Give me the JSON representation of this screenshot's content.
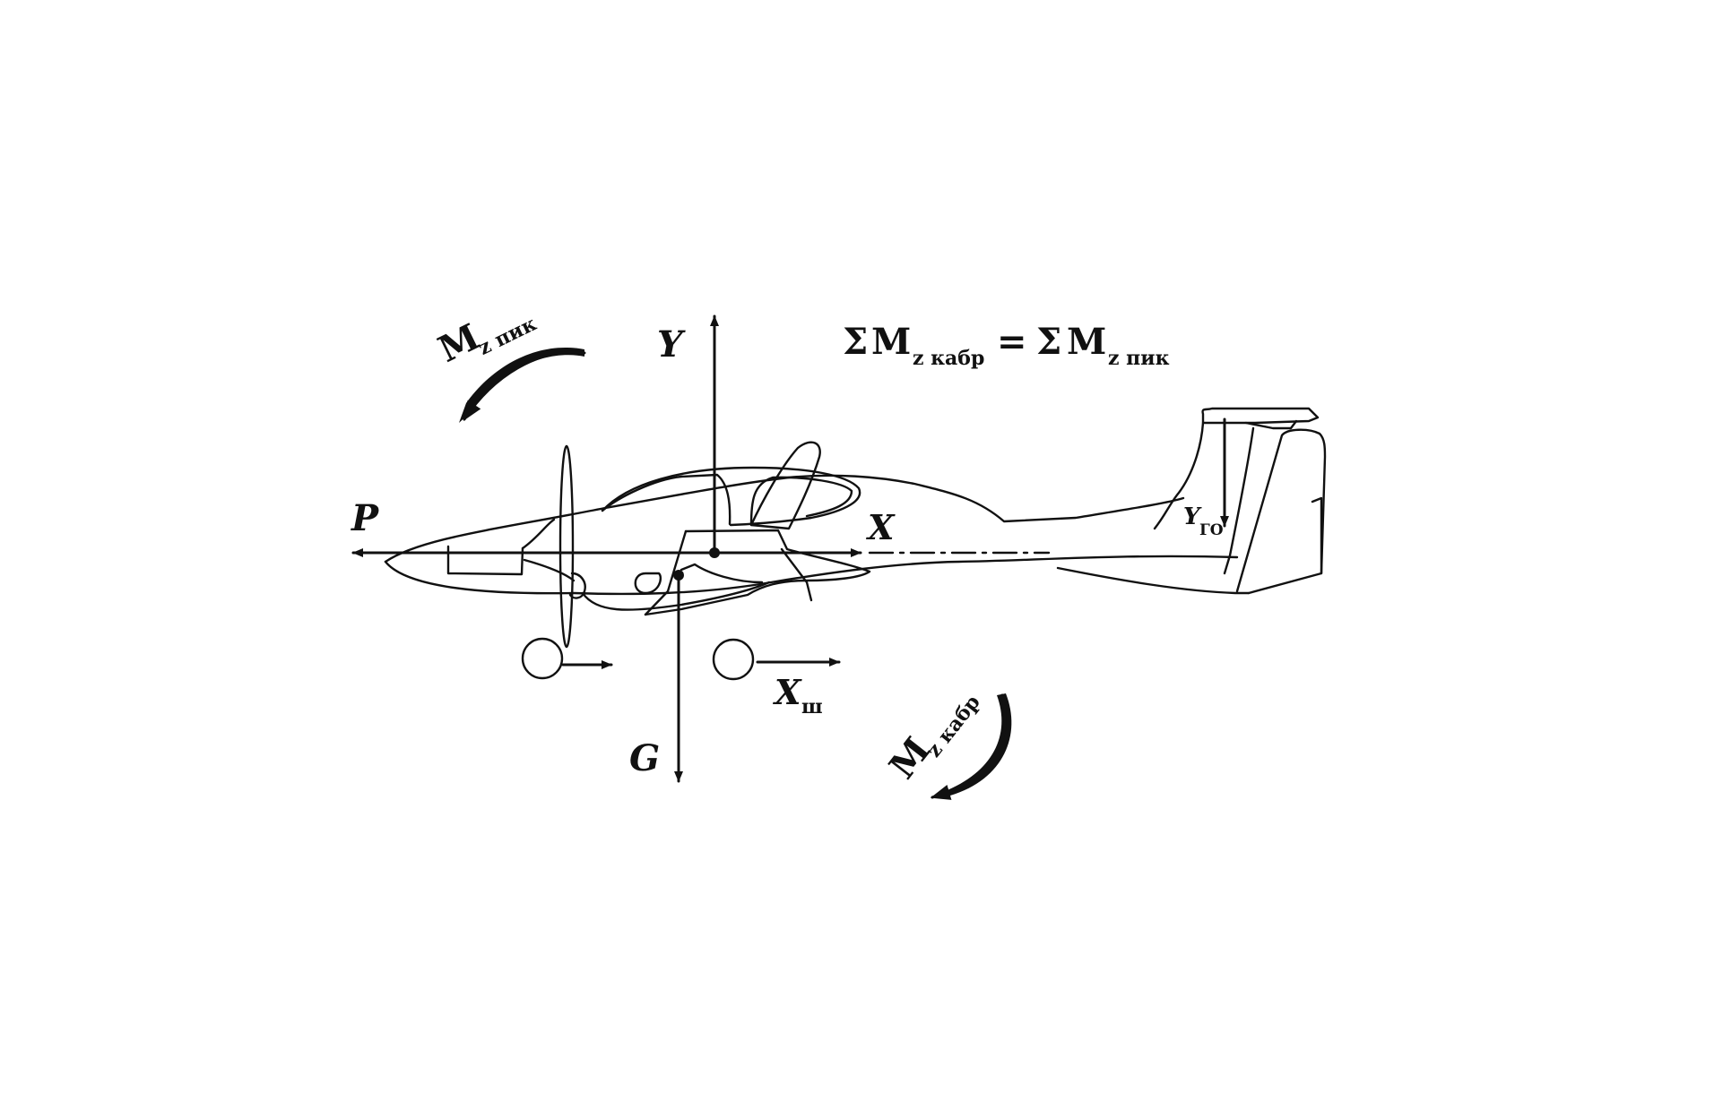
{
  "labels": {
    "Y": "Y",
    "X": "X",
    "P": "P",
    "G": "G",
    "Xsh": "X",
    "Xsh_sub": "ш",
    "Ygo": "Y",
    "Ygo_sub": "ГО",
    "mz_pik_M": "M",
    "mz_pik_sub": "z пик",
    "mz_kabr_M": "M",
    "mz_kabr_sub": "z кабр"
  },
  "equation": {
    "left_sigma": "Σ",
    "left_M": "M",
    "left_sub": "z кабр",
    "equals": "=",
    "right_sigma": "Σ",
    "right_M": "M",
    "right_sub": "z пик"
  },
  "colors": {
    "ink": "#111111",
    "background": "#ffffff"
  }
}
